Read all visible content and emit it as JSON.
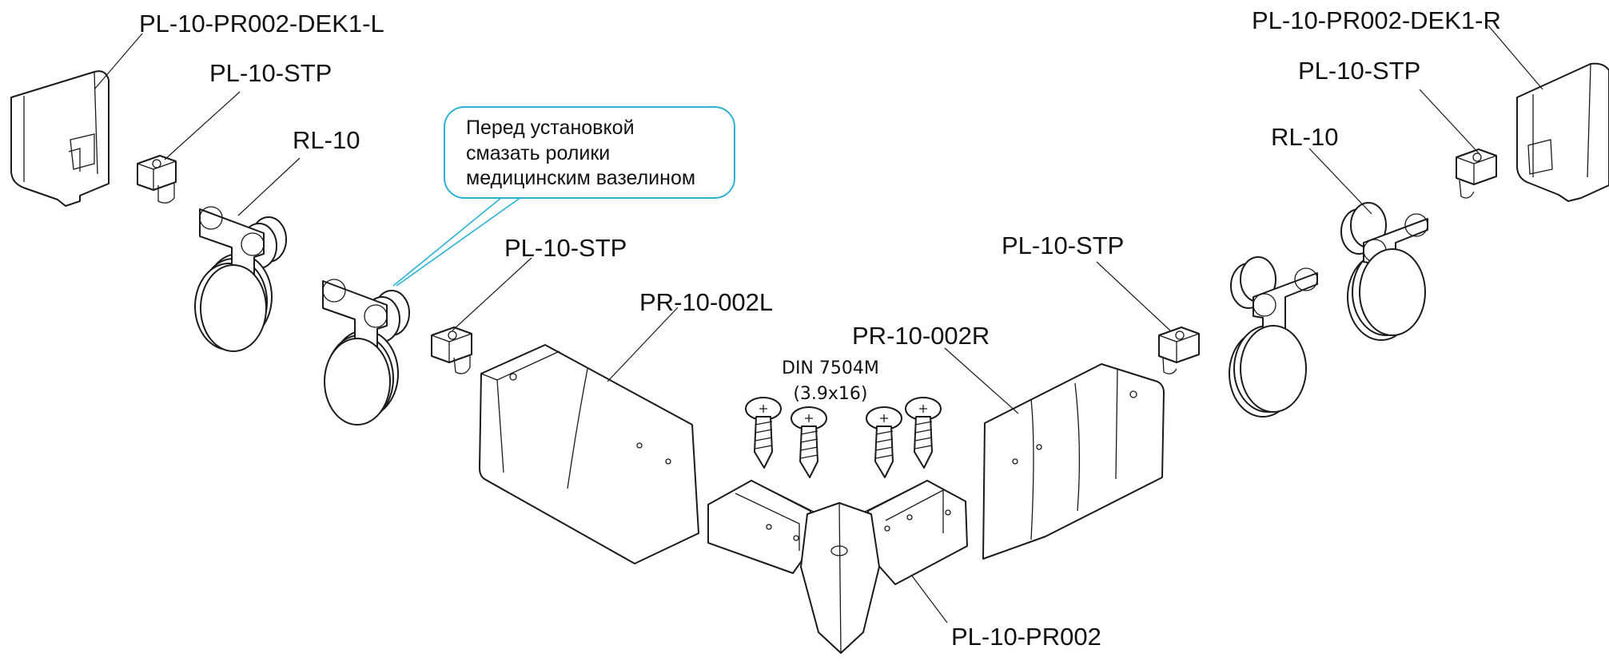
{
  "labels": {
    "cap_left": "PL-10-PR002-DEK1-L",
    "cap_right": "PL-10-PR002-DEK1-R",
    "stopper_1": "PL-10-STP",
    "stopper_2": "PL-10-STP",
    "stopper_3": "PL-10-STP",
    "stopper_4": "PL-10-STP",
    "roller_left": "RL-10",
    "roller_right": "RL-10",
    "profile_left": "PR-10-002L",
    "profile_right": "PR-10-002R",
    "corner": "PL-10-PR002",
    "screw_line1": "DIN 7504M",
    "screw_line2": "(3.9x16)"
  },
  "callout": {
    "lines": [
      "Перед установкой",
      "смазать ролики",
      "медицинским вазелином"
    ]
  },
  "colors": {
    "callout_border": "#2bb2d6",
    "line": "#1a1a1a"
  }
}
